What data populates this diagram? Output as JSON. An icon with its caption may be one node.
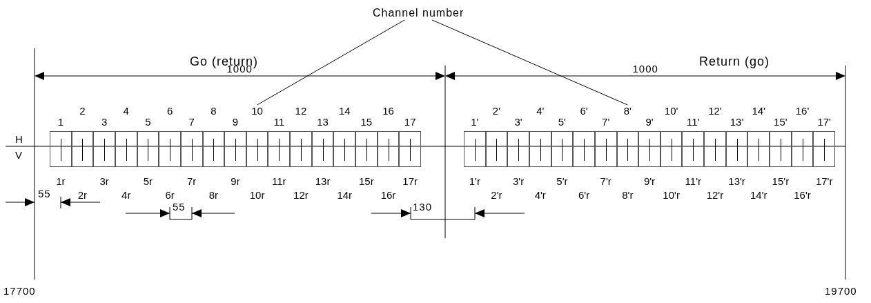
{
  "diagram": {
    "nodes": [
      {
        "text": [
          "Channel number"
        ]
      },
      {
        "text": [],
        "shape": "box",
        "beside": [
          "1",
          "1r"
        ]
      },
      {
        "text": [],
        "shape": "box",
        "beside": [
          "2",
          "2r"
        ]
      },
      {
        "text": [],
        "shape": "box",
        "beside": [
          "3",
          "3r"
        ]
      },
      {
        "text": [],
        "shape": "box",
        "beside": [
          "4",
          "4r"
        ]
      },
      {
        "text": [],
        "shape": "box",
        "beside": [
          "5",
          "5r"
        ]
      },
      {
        "text": [],
        "shape": "box",
        "beside": [
          "6",
          "6r"
        ]
      },
      {
        "text": [],
        "shape": "box",
        "beside": [
          "7",
          "7r"
        ]
      },
      {
        "text": [],
        "shape": "box",
        "beside": [
          "8",
          "8r"
        ]
      },
      {
        "text": [],
        "shape": "box",
        "beside": [
          "9",
          "9r"
        ]
      },
      {
        "text": [],
        "shape": "box",
        "beside": [
          "10",
          "10r"
        ]
      },
      {
        "text": [],
        "shape": "box",
        "beside": [
          "11",
          "11r"
        ]
      },
      {
        "text": [],
        "shape": "box",
        "beside": [
          "12",
          "12r"
        ]
      },
      {
        "text": [],
        "shape": "box",
        "beside": [
          "13",
          "13r"
        ]
      },
      {
        "text": [],
        "shape": "box",
        "beside": [
          "14",
          "14r"
        ]
      },
      {
        "text": [],
        "shape": "box",
        "beside": [
          "15",
          "15r"
        ]
      },
      {
        "text": [],
        "shape": "box",
        "beside": [
          "16",
          "16r"
        ]
      },
      {
        "text": [],
        "shape": "box",
        "beside": [
          "17",
          "17r"
        ]
      },
      {
        "text": [],
        "shape": "box",
        "beside": [
          "1'",
          "1'r"
        ]
      },
      {
        "text": [],
        "shape": "box",
        "beside": [
          "2'",
          "2'r"
        ]
      },
      {
        "text": [],
        "shape": "box",
        "beside": [
          "3'",
          "3'r"
        ]
      },
      {
        "text": [],
        "shape": "box",
        "beside": [
          "4'",
          "4'r"
        ]
      },
      {
        "text": [],
        "shape": "box",
        "beside": [
          "5'",
          "5'r"
        ]
      },
      {
        "text": [],
        "shape": "box",
        "beside": [
          "6'",
          "6'r"
        ]
      },
      {
        "text": [],
        "shape": "box",
        "beside": [
          "7'",
          "7'r"
        ]
      },
      {
        "text": [],
        "shape": "box",
        "beside": [
          "8'",
          "8'r"
        ]
      },
      {
        "text": [],
        "shape": "box",
        "beside": [
          "9'",
          "9'r"
        ]
      },
      {
        "text": [],
        "shape": "box",
        "beside": [
          "10'",
          "10'r"
        ]
      },
      {
        "text": [],
        "shape": "box",
        "beside": [
          "11'",
          "11'r"
        ]
      },
      {
        "text": [],
        "shape": "box",
        "beside": [
          "12'",
          "12'r"
        ]
      },
      {
        "text": [],
        "shape": "box",
        "beside": [
          "13'",
          "13'r"
        ]
      },
      {
        "text": [],
        "shape": "box",
        "beside": [
          "14'",
          "14'r"
        ]
      },
      {
        "text": [],
        "shape": "box",
        "beside": [
          "15'",
          "15'r"
        ]
      },
      {
        "text": [],
        "shape": "box",
        "beside": [
          "16'",
          "16'r"
        ]
      },
      {
        "text": [],
        "shape": "box",
        "beside": [
          "17'",
          "17'r"
        ]
      }
    ],
    "edges": [
      {
        "from": 0,
        "to": 10,
        "arrow": "none"
      },
      {
        "from": 0,
        "to": 25,
        "arrow": "none"
      }
    ],
    "labels": [
      "Go (return)",
      "Return (go)",
      "1000",
      "1000",
      "H",
      "V",
      "55",
      "55",
      "130",
      "17700",
      "19700"
    ]
  }
}
